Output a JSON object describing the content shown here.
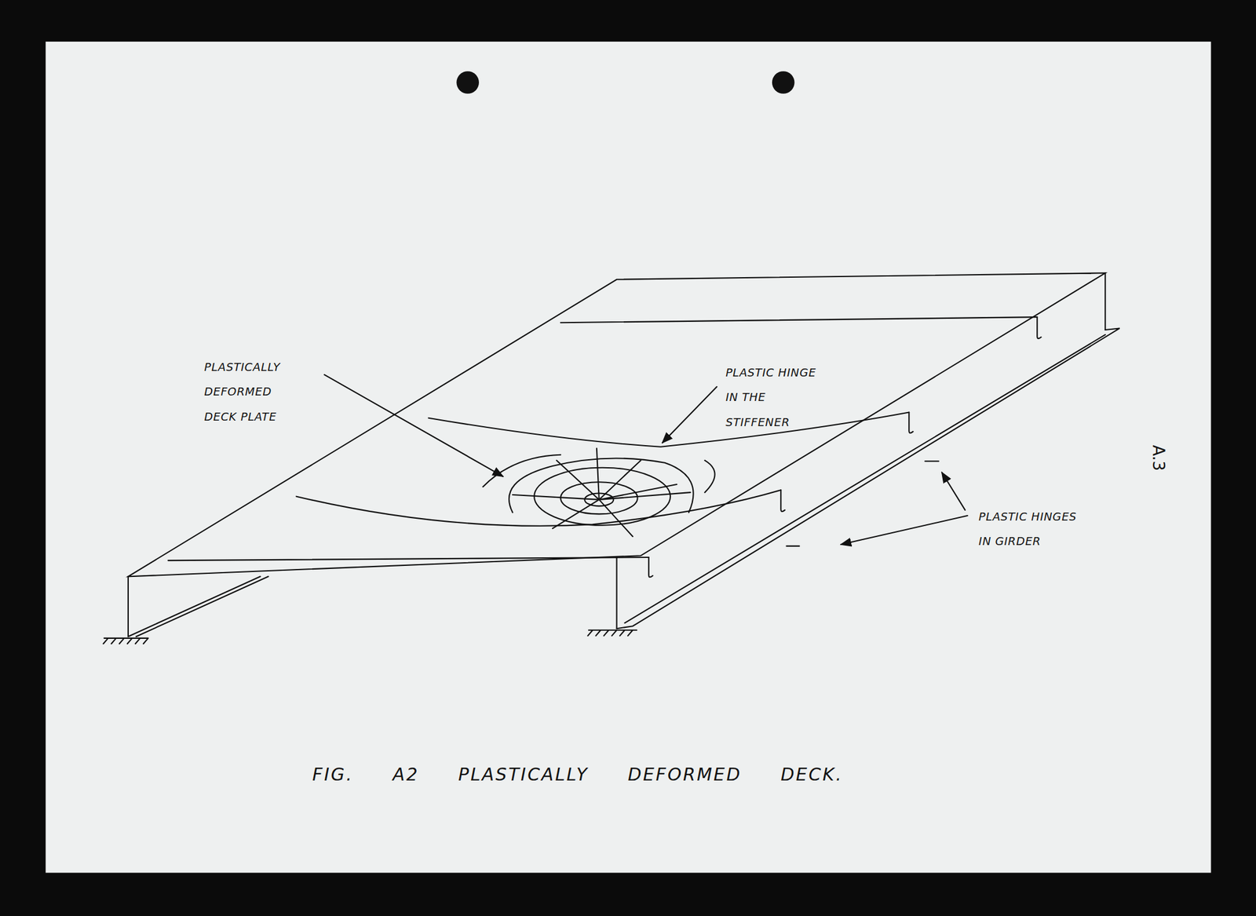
{
  "diagram": {
    "caption": "FIG. A2 PLASTICALLY DEFORMED DECK.",
    "labels": [
      "PLASTICALLY DEFORMED DECK PLATE",
      "PLASTIC HINGE IN THE STIFFENER",
      "PLASTIC HINGES IN GIRDER",
      "A.3"
    ]
  }
}
